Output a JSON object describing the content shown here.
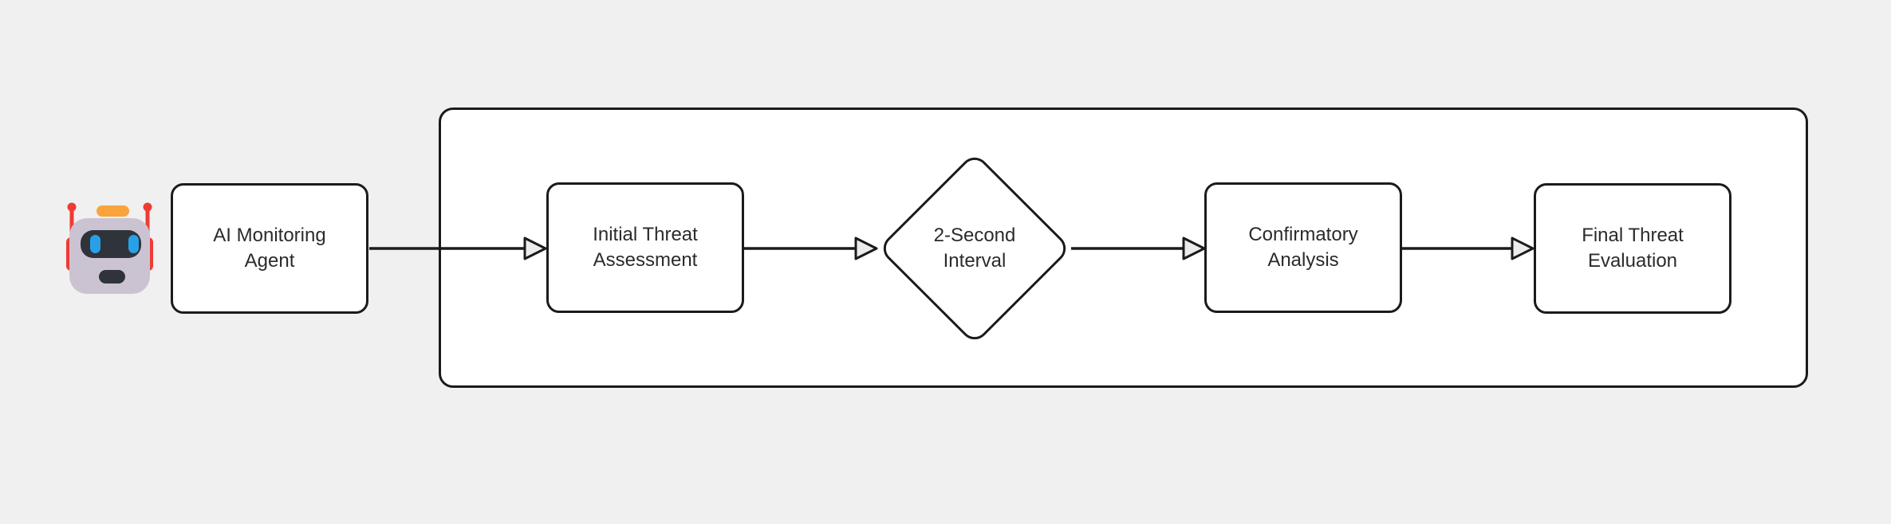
{
  "diagram": {
    "type": "flowchart-left-to-right",
    "icons": {
      "robot": "robot-face-emoji"
    },
    "nodes": {
      "agent": {
        "label": "AI Monitoring Agent",
        "shape": "rounded-rect"
      },
      "initial": {
        "label": "Initial Threat Assessment",
        "shape": "rounded-rect"
      },
      "interval": {
        "label": "2-Second Interval",
        "shape": "diamond"
      },
      "confirmatory": {
        "label": "Confirmatory Analysis",
        "shape": "rounded-rect"
      },
      "final": {
        "label": "Final Threat Evaluation",
        "shape": "rounded-rect"
      }
    },
    "container": {
      "contains": [
        "initial",
        "interval",
        "confirmatory",
        "final"
      ],
      "title": ""
    },
    "edges": [
      {
        "from": "agent",
        "to": "initial"
      },
      {
        "from": "initial",
        "to": "interval"
      },
      {
        "from": "interval",
        "to": "confirmatory"
      },
      {
        "from": "confirmatory",
        "to": "final"
      }
    ],
    "colors": {
      "background": "#f0f0f1",
      "shape_fill": "#ffffff",
      "stroke": "#1b1b1b",
      "text": "#2b2b2b",
      "arrowhead_fill": "#ececec",
      "robot_face": "#cbc3d2",
      "robot_antenna_red": "#ee3b33",
      "robot_top_orange": "#f9a43b",
      "robot_visor_dark": "#2f333a",
      "robot_eyes_blue": "#29a0e6"
    }
  }
}
